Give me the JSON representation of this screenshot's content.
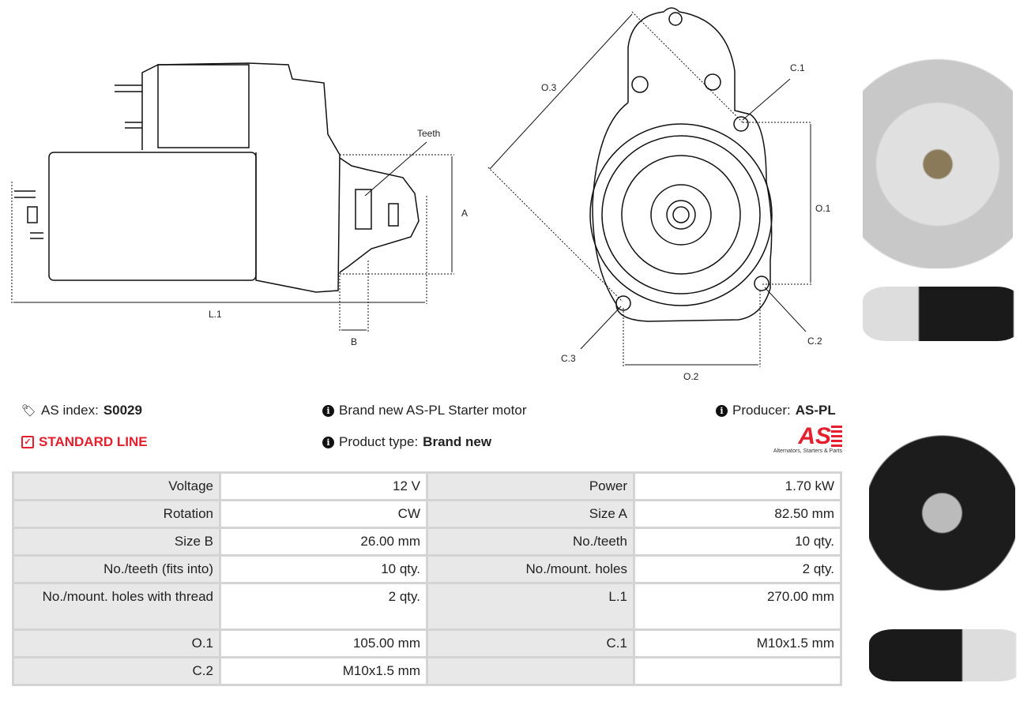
{
  "drawing_side": {
    "teeth": "Teeth",
    "a": "A",
    "b": "B",
    "l1": "L.1"
  },
  "drawing_front": {
    "o3": "O.3",
    "c1": "C.1",
    "o1": "O.1",
    "c2": "C.2",
    "c3": "C.3",
    "o2": "O.2"
  },
  "info": {
    "as_index_label": "AS index:",
    "as_index_value": "S0029",
    "standard_line": "STANDARD LINE",
    "description": "Brand new AS-PL Starter motor",
    "product_type_label": "Product type:",
    "product_type_value": "Brand new",
    "producer_label": "Producer:",
    "producer_value": "AS-PL",
    "logo_text": "AS",
    "logo_tagline": "Alternators, Starters & Parts"
  },
  "specs": [
    [
      "Voltage",
      "12 V",
      "Power",
      "1.70 kW"
    ],
    [
      "Rotation",
      "CW",
      "Size A",
      "82.50 mm"
    ],
    [
      "Size B",
      "26.00 mm",
      "No./teeth",
      "10 qty."
    ],
    [
      "No./teeth (fits into)",
      "10 qty.",
      "No./mount. holes",
      "2 qty."
    ],
    [
      "No./mount. holes with thread",
      "2 qty.",
      "L.1",
      "270.00 mm"
    ],
    [
      "O.1",
      "105.00 mm",
      "C.1",
      "M10x1.5 mm"
    ],
    [
      "C.2",
      "M10x1.5 mm",
      "",
      ""
    ]
  ],
  "colors": {
    "accent": "#e5202e",
    "label_bg": "#e8e8e8",
    "border": "#d4d4d4"
  }
}
